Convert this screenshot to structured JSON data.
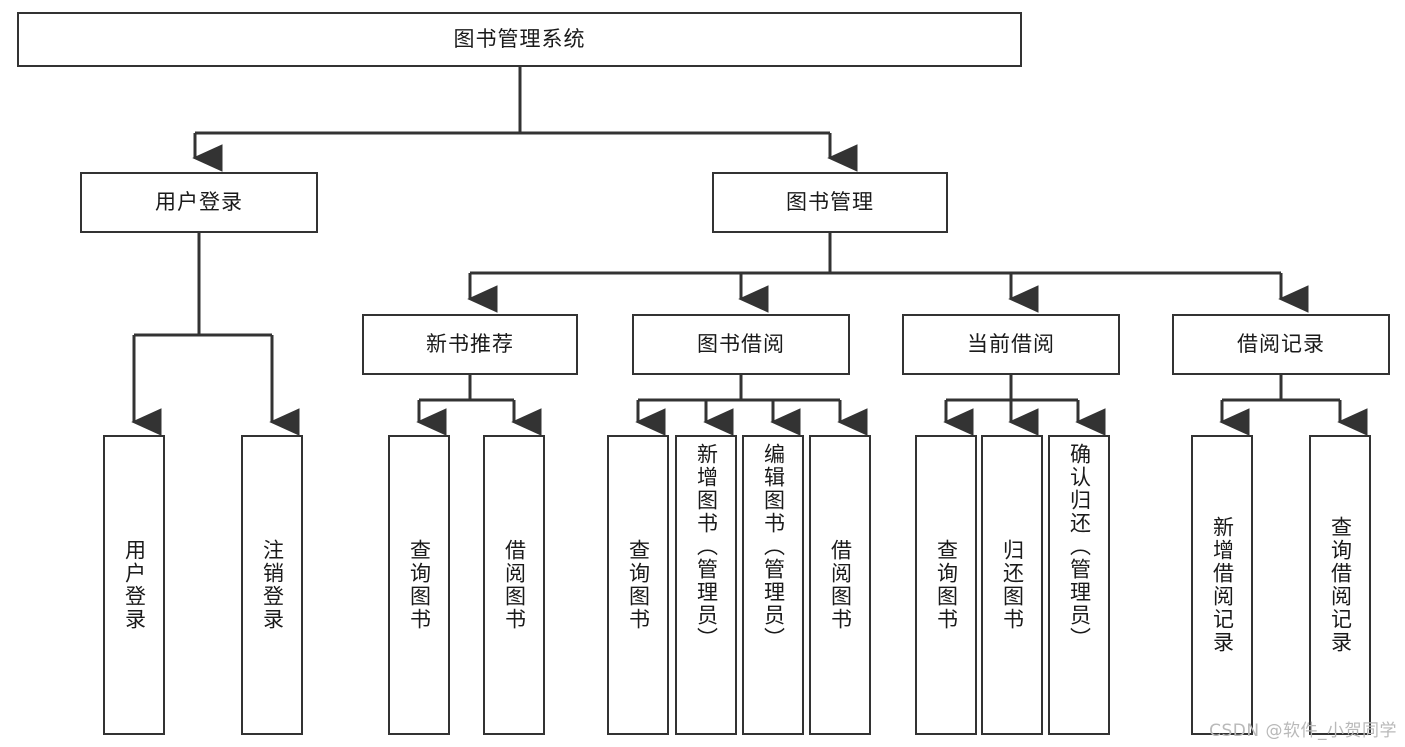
{
  "diagram": {
    "title": "图书管理系统",
    "type": "tree",
    "orientation": "top-down",
    "style": {
      "box_stroke": "#333333",
      "box_fill": "#ffffff",
      "connector_color": "#333333",
      "background": "#ffffff",
      "watermark_color": "#b9b9b9"
    },
    "levels": {
      "root": "图书管理系统",
      "level2": [
        "用户登录",
        "图书管理"
      ],
      "level3": [
        "新书推荐",
        "图书借阅",
        "当前借阅",
        "借阅记录"
      ],
      "leaves": [
        "用户登录",
        "注销登录",
        "查询图书",
        "借阅图书",
        "查询图书",
        "新增图书（管理员）",
        "编辑图书（管理员）",
        "借阅图书",
        "查询图书",
        "归还图书",
        "确认归还（管理员）",
        "新增借阅记录",
        "查询借阅记录"
      ]
    },
    "nodes": {
      "root": {
        "label": "图书管理系统"
      },
      "user_login": {
        "label": "用户登录"
      },
      "book_manage": {
        "label": "图书管理"
      },
      "new_book_rec": {
        "label": "新书推荐"
      },
      "book_borrow": {
        "label": "图书借阅"
      },
      "current_borrow": {
        "label": "当前借阅"
      },
      "borrow_record": {
        "label": "借阅记录"
      },
      "leaf_user_login": {
        "label": "用户登录"
      },
      "leaf_logout": {
        "label": "注销登录"
      },
      "leaf_query_book_1": {
        "label": "查询图书"
      },
      "leaf_borrow_book_1": {
        "label": "借阅图书"
      },
      "leaf_query_book_2": {
        "label": "查询图书"
      },
      "leaf_add_book_admin": {
        "label": "新增图书（管理员）"
      },
      "leaf_edit_book_admin": {
        "label": "编辑图书（管理员）"
      },
      "leaf_borrow_book_2": {
        "label": "借阅图书"
      },
      "leaf_query_book_3": {
        "label": "查询图书"
      },
      "leaf_return_book": {
        "label": "归还图书"
      },
      "leaf_confirm_return_admin": {
        "label": "确认归还（管理员）"
      },
      "leaf_add_record": {
        "label": "新增借阅记录"
      },
      "leaf_query_record": {
        "label": "查询借阅记录"
      }
    },
    "edges": [
      {
        "from": "root",
        "to": "user_login"
      },
      {
        "from": "root",
        "to": "book_manage"
      },
      {
        "from": "user_login",
        "to": "leaf_user_login"
      },
      {
        "from": "user_login",
        "to": "leaf_logout"
      },
      {
        "from": "book_manage",
        "to": "new_book_rec"
      },
      {
        "from": "book_manage",
        "to": "book_borrow"
      },
      {
        "from": "book_manage",
        "to": "current_borrow"
      },
      {
        "from": "book_manage",
        "to": "borrow_record"
      },
      {
        "from": "new_book_rec",
        "to": "leaf_query_book_1"
      },
      {
        "from": "new_book_rec",
        "to": "leaf_borrow_book_1"
      },
      {
        "from": "book_borrow",
        "to": "leaf_query_book_2"
      },
      {
        "from": "book_borrow",
        "to": "leaf_add_book_admin"
      },
      {
        "from": "book_borrow",
        "to": "leaf_edit_book_admin"
      },
      {
        "from": "book_borrow",
        "to": "leaf_borrow_book_2"
      },
      {
        "from": "current_borrow",
        "to": "leaf_query_book_3"
      },
      {
        "from": "current_borrow",
        "to": "leaf_return_book"
      },
      {
        "from": "current_borrow",
        "to": "leaf_confirm_return_admin"
      },
      {
        "from": "borrow_record",
        "to": "leaf_add_record"
      },
      {
        "from": "borrow_record",
        "to": "leaf_query_record"
      }
    ]
  },
  "watermark": {
    "text": "CSDN @软件_小贺同学"
  }
}
